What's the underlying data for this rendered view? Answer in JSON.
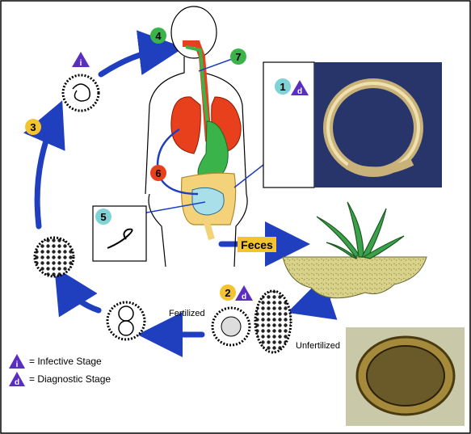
{
  "steps": {
    "s1": "1",
    "s2": "2",
    "s3": "3",
    "s4": "4",
    "s5": "5",
    "s6": "6",
    "s7": "7"
  },
  "symbols": {
    "infective": "i",
    "diagnostic": "d"
  },
  "labels": {
    "feces": "Feces",
    "fertilized": "Fertilized",
    "unfertilized": "Unfertilized"
  },
  "legend": {
    "infective": "= Infective Stage",
    "diagnostic": "= Diagnostic Stage"
  },
  "colors": {
    "cycle_arrow": "#1f3fbf",
    "step_green": "#3ab34a",
    "step_yellow": "#f4c430",
    "step_cyan": "#7fd3d6",
    "step_red": "#e8401c",
    "triangle_purple": "#5a2fbf",
    "lungs": "#e8401c",
    "stomach": "#3ab34a",
    "intestine": "#f4d27a",
    "small_intestine": "#a9dfe8",
    "soil": "#d8d28a",
    "grass": "#2e8b3a"
  }
}
